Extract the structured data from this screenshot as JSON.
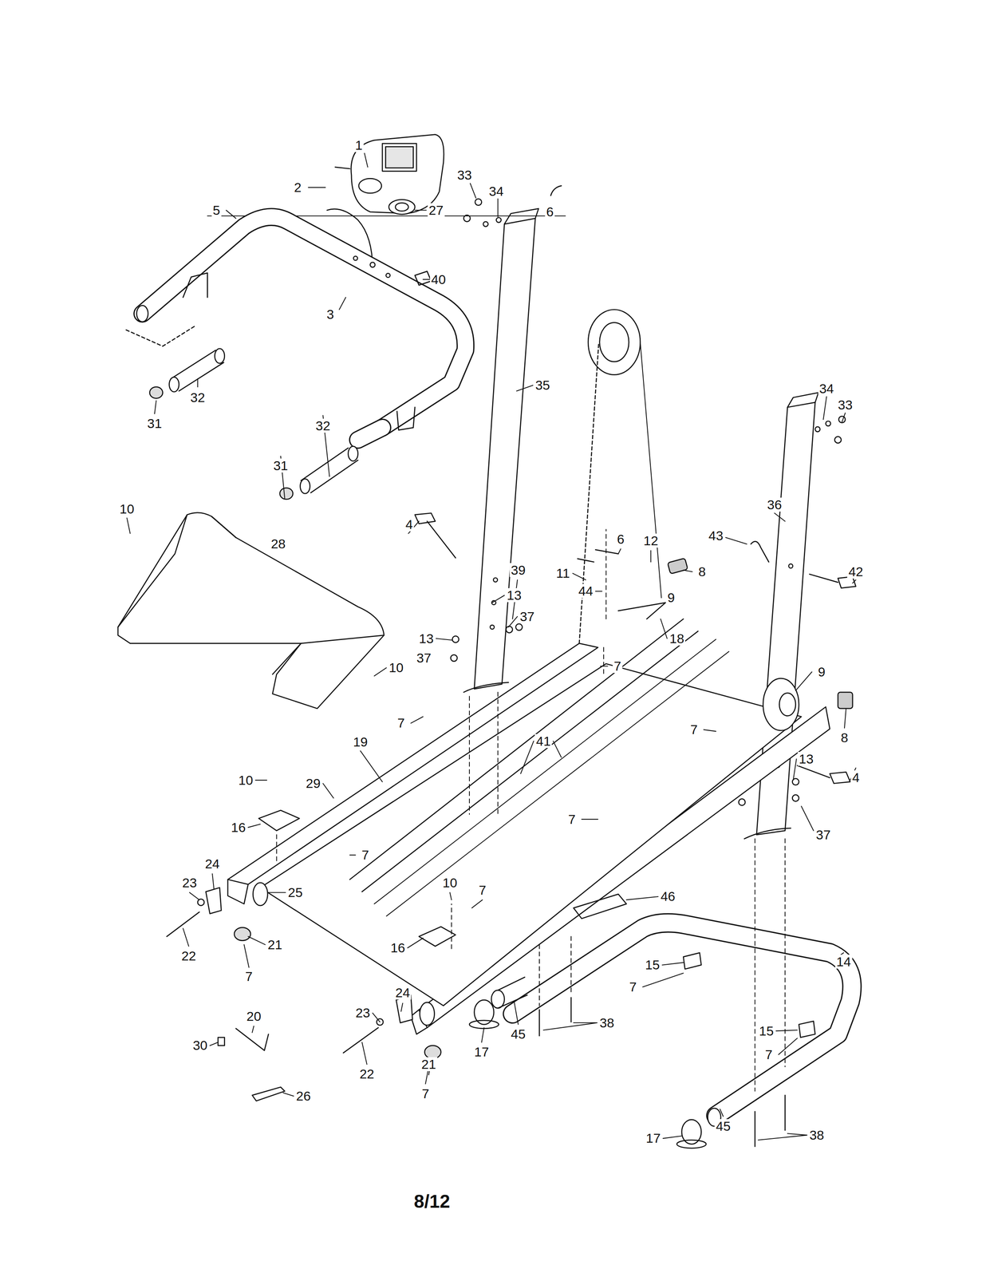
{
  "diagram": {
    "labels": [
      "1",
      "33",
      "34",
      "2",
      "27",
      "5",
      "6",
      "40",
      "3",
      "35",
      "34",
      "33",
      "32",
      "31",
      "32",
      "31",
      "36",
      "10",
      "4",
      "43",
      "6",
      "12",
      "28",
      "39",
      "11",
      "8",
      "42",
      "44",
      "13",
      "9",
      "37",
      "13",
      "18",
      "37",
      "7",
      "10",
      "9",
      "7",
      "7",
      "8",
      "19",
      "41",
      "13",
      "4",
      "10",
      "29",
      "7",
      "16",
      "37",
      "7",
      "24",
      "23",
      "10",
      "7",
      "25",
      "46",
      "21",
      "16",
      "22",
      "14",
      "15",
      "7",
      "7",
      "24",
      "23",
      "20",
      "38",
      "15",
      "45",
      "30",
      "17",
      "7",
      "21",
      "22",
      "7",
      "26",
      "45",
      "38",
      "17",
      "8/12"
    ]
  }
}
